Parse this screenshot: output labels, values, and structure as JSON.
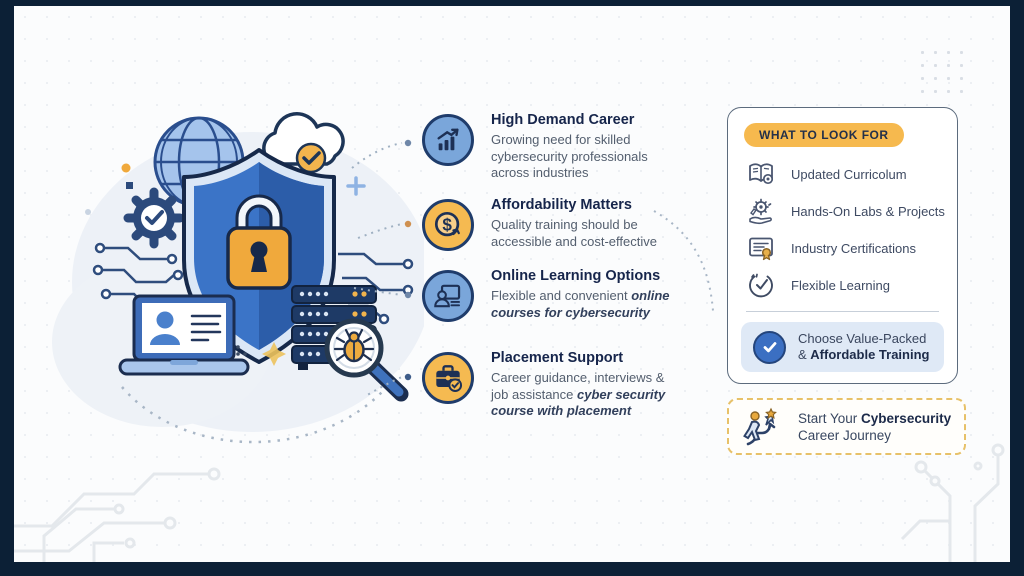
{
  "benefits": [
    {
      "icon": "growth-chart-icon",
      "style": "blue",
      "title": "High Demand Career",
      "desc": "Growing need for skilled cybersecurity professionals across industries",
      "desc_em": ""
    },
    {
      "icon": "dollar-refresh-icon",
      "style": "orange",
      "title": "Affordability Matters",
      "desc": "Quality training should be accessible and cost-effective",
      "desc_em": ""
    },
    {
      "icon": "online-training-icon",
      "style": "blue",
      "title": "Online Learning Options",
      "desc": "Flexible and convenient",
      "desc_em": "online courses for cybersecurity"
    },
    {
      "icon": "briefcase-check-icon",
      "style": "orange",
      "title": "Placement Support",
      "desc": "Career guidance, interviews & job assistance",
      "desc_em": "cyber security course with placement"
    }
  ],
  "checklist": {
    "badge": "WHAT TO LOOK FOR",
    "items": [
      {
        "icon": "book-gear-icon",
        "label": "Updated Curricolum"
      },
      {
        "icon": "hands-on-gear-icon",
        "label": "Hands-On Labs & Projects"
      },
      {
        "icon": "certificate-icon",
        "label": "Industry Certifications"
      },
      {
        "icon": "clock-icon",
        "label": "Flexible Learning"
      }
    ],
    "highlight": {
      "line1": "Choose Value-Packed",
      "line2_prefix": "& ",
      "line2_bold": "Affordable Training"
    }
  },
  "cta": {
    "line1_prefix": "Start Your ",
    "line1_bold": "Cybersecurity",
    "line2": "Career Journey"
  },
  "palette": {
    "frame": "#0c2036",
    "accent_orange": "#f5ba51",
    "accent_blue": "#3b74c7",
    "navy_text": "#16254b",
    "body_text": "#535e6e",
    "card_border": "#5c6b7d",
    "highlight_bg": "#dfe9f6",
    "dashed_border": "#e7c169"
  }
}
